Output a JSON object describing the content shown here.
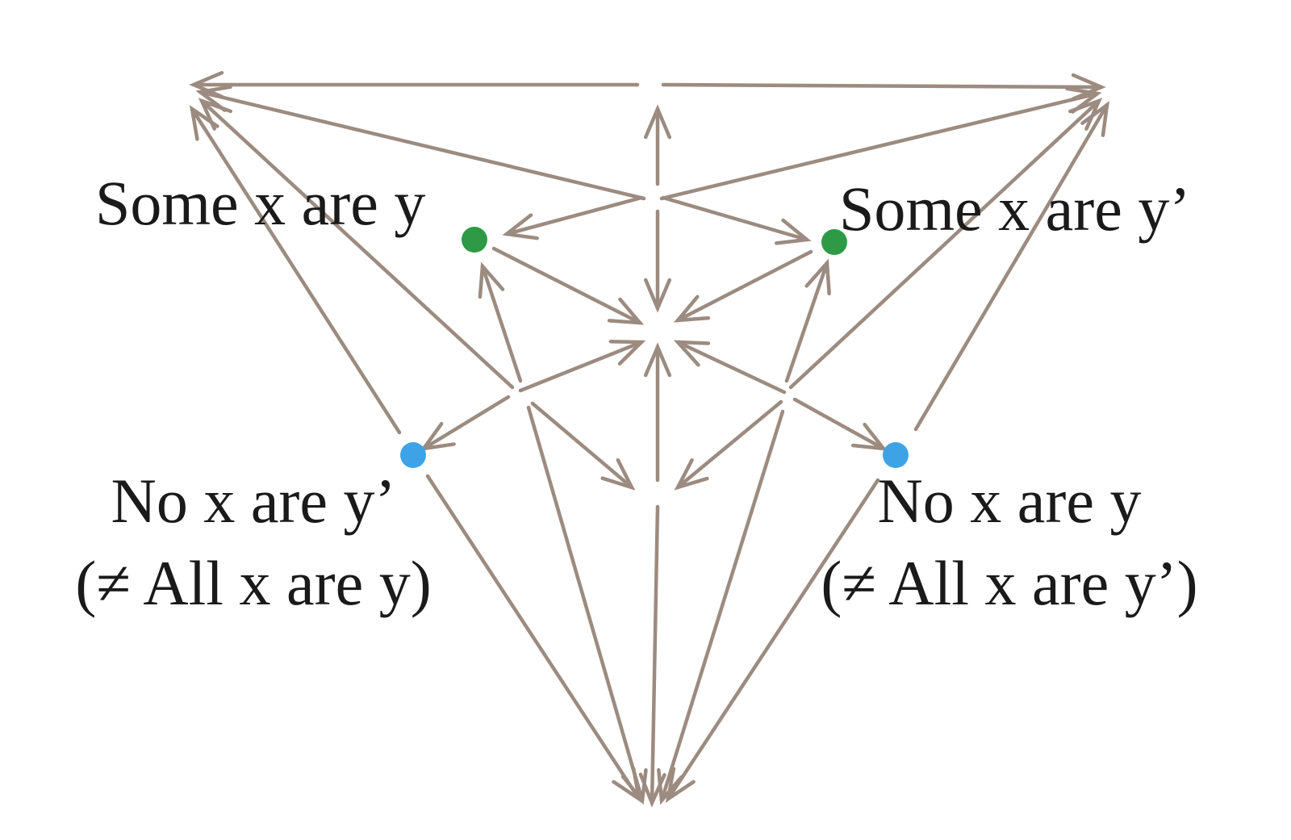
{
  "colors": {
    "arrow": "#9c8b80",
    "dot_some": "#2e9a46",
    "dot_no": "#3ea3e6",
    "text": "#1a1a1a",
    "background": "#ffffff"
  },
  "labels": {
    "some_x_are_y": "Some x are y",
    "some_x_are_y_prime": "Some x are y’",
    "no_x_are_y_prime": "No x are y’",
    "not_all_x_are_y": "(≠ All x are y)",
    "no_x_are_y": "No x are y",
    "not_all_x_are_y_prime": "(≠ All x are y’)"
  }
}
